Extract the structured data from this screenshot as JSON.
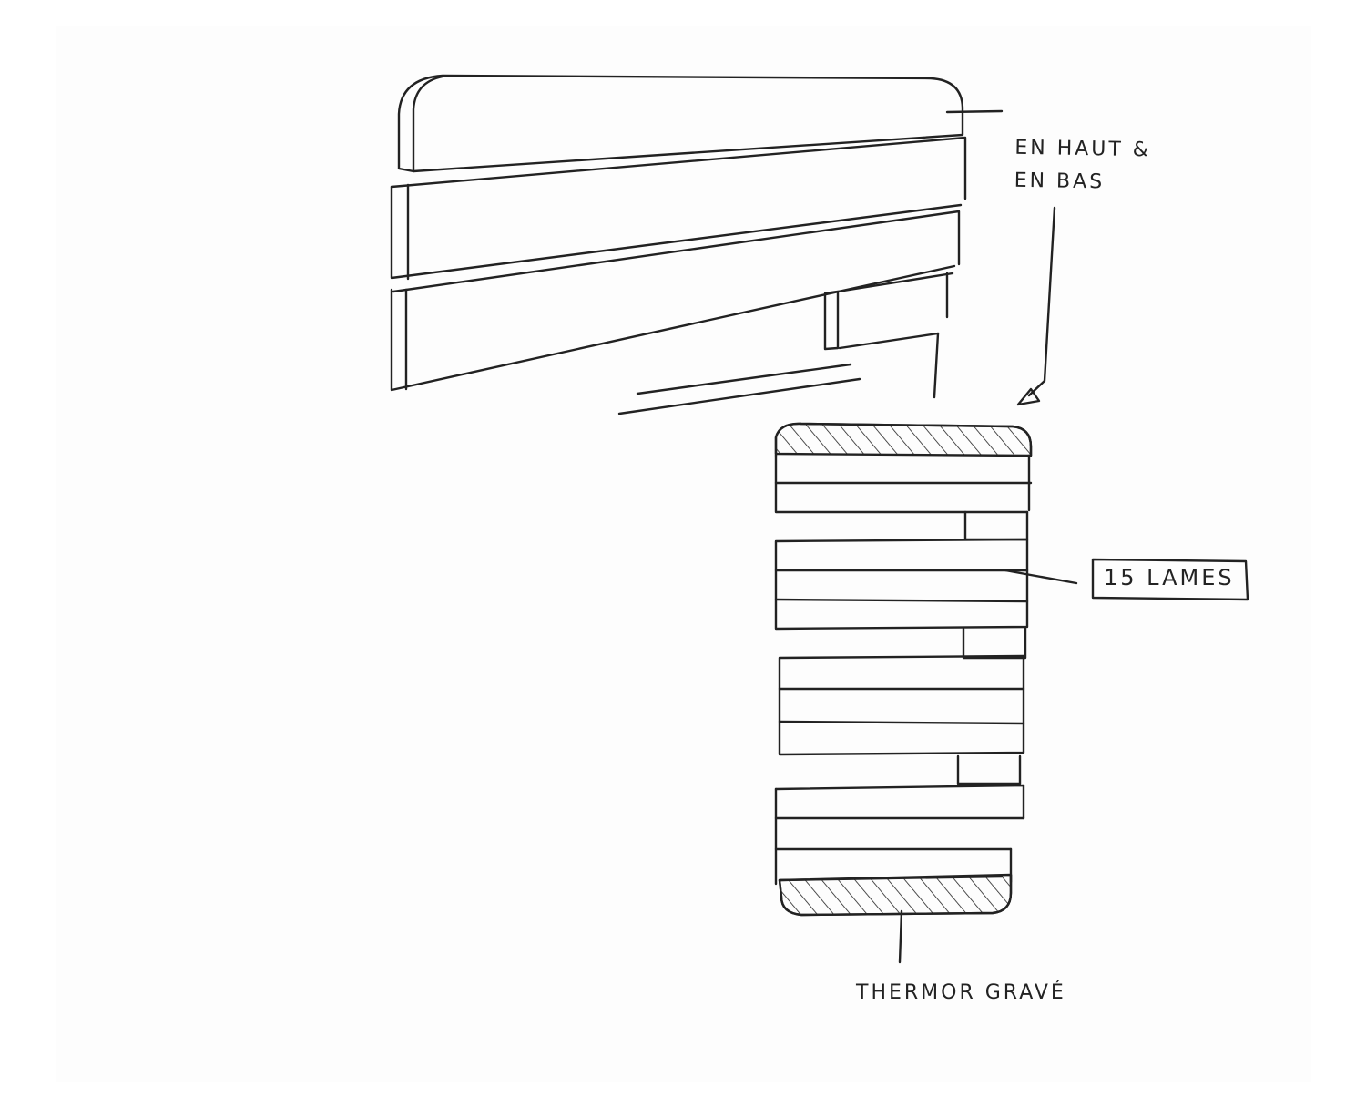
{
  "annotations": {
    "top_bottom_line1": "EN HAUT &",
    "top_bottom_line2": "EN BAS",
    "slat_count": "15 LAMES",
    "engraving": "THERMOR GRAVÉ"
  },
  "colors": {
    "ink": "#222222",
    "paper": "#fdfdfd"
  }
}
